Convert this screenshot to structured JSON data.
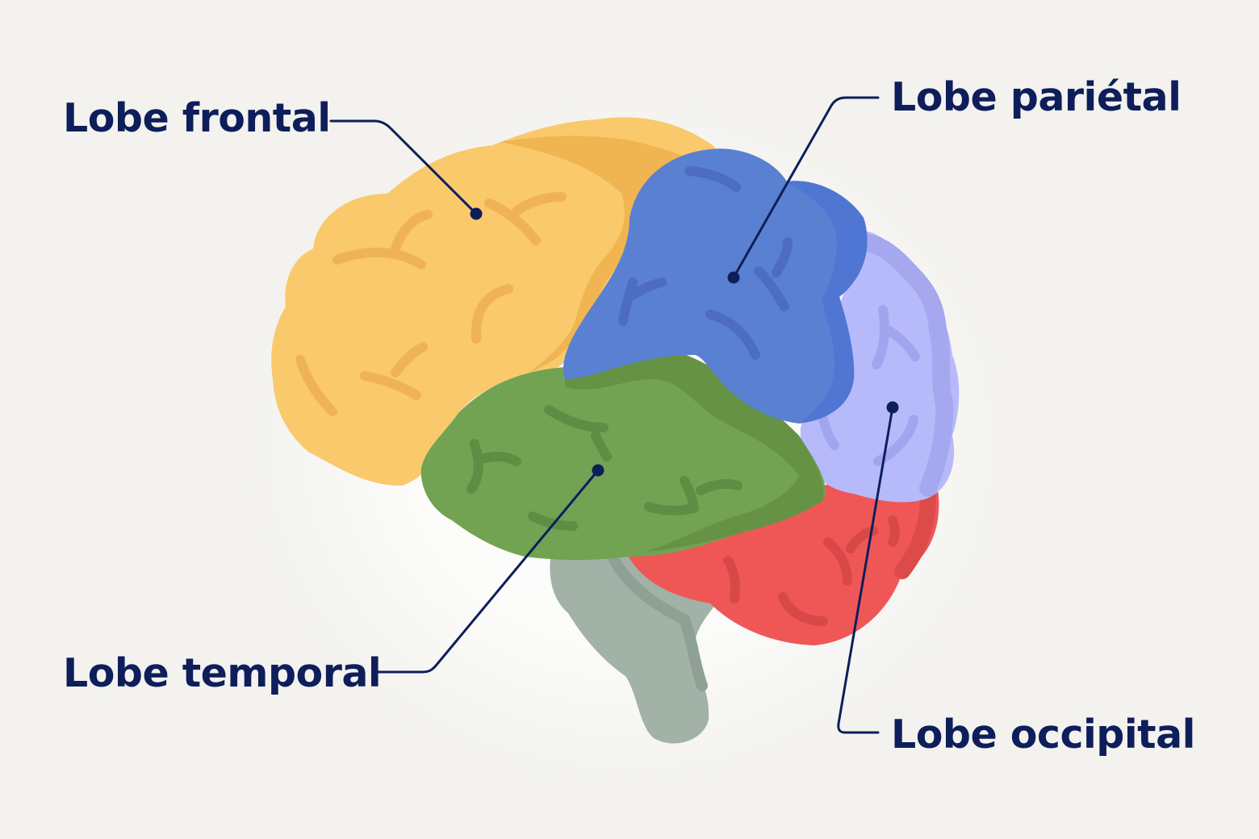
{
  "labels": {
    "frontal": "Lobe frontal",
    "parietal": "Lobe pariétal",
    "temporal": "Lobe temporal",
    "occipital": "Lobe occipital"
  },
  "colors": {
    "background": "#F3F2EE",
    "text": "#0E1E5B",
    "frontal": "#F9C96C",
    "parietal": "#5A80D2",
    "temporal": "#72A353",
    "occipital": "#B7BAFA",
    "cerebellum": "#EF5757",
    "brainstem": "#A2B2A7"
  }
}
